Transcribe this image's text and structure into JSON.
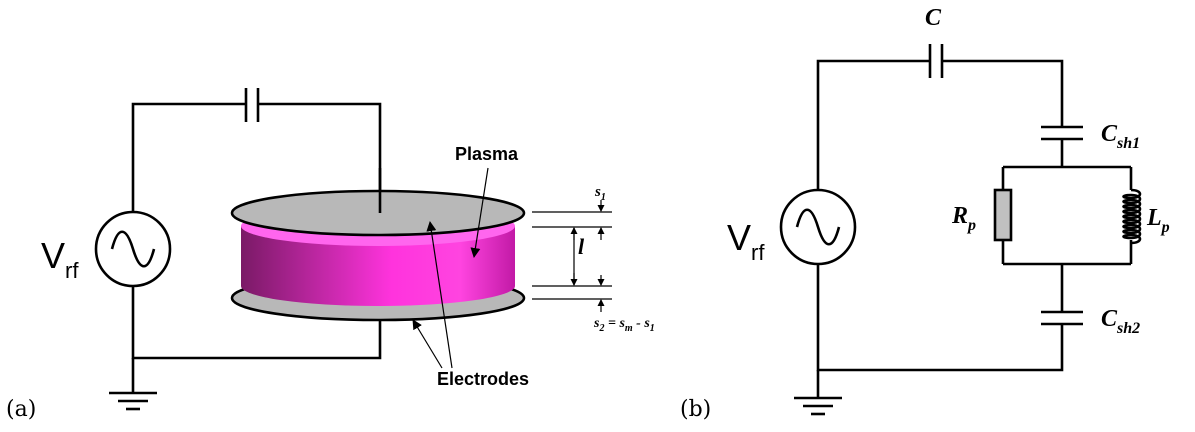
{
  "panel_a": {
    "tag": "(a)",
    "source": {
      "main": "V",
      "sub": "rf"
    },
    "labels": {
      "plasma": "Plasma",
      "electrodes": "Electrodes"
    },
    "dims": {
      "s1": {
        "main": "s",
        "sub": "1"
      },
      "l": "l",
      "s2": {
        "main": "s",
        "sub": "2",
        "eq": " = ",
        "sm": "s",
        "sm_sub": "m",
        "minus": " - ",
        "s1": "s",
        "s1_sub": "1"
      }
    },
    "colors": {
      "electrode": "#b8b8b8",
      "plasma_bright": "#ff33dd",
      "plasma_dark": "#7a1a66",
      "plasma_top": "#ff66ee"
    }
  },
  "panel_b": {
    "tag": "(b)",
    "source": {
      "main": "V",
      "sub": "rf"
    },
    "components": {
      "C": {
        "main": "C",
        "sub": ""
      },
      "Csh1": {
        "main": "C",
        "sub": "sh1"
      },
      "Rp": {
        "main": "R",
        "sub": "p"
      },
      "Lp": {
        "main": "L",
        "sub": "p"
      },
      "Csh2": {
        "main": "C",
        "sub": "sh2"
      }
    },
    "colors": {
      "resistor": "#c0c0c0"
    }
  }
}
